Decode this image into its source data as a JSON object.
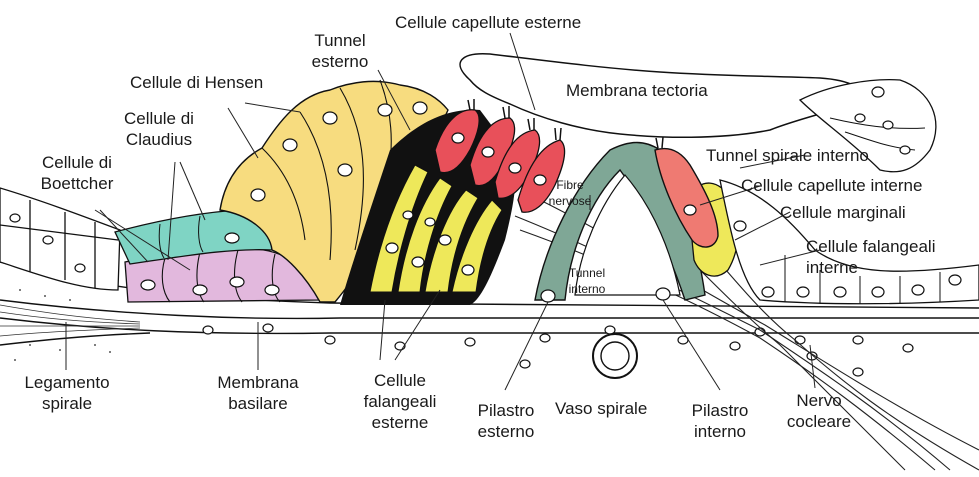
{
  "diagram": {
    "colors": {
      "hensen": "#f7dc7f",
      "claudius": "#7fd4c4",
      "boettcher": "#e2b8dd",
      "outer_hair_cells": "#e8505a",
      "inner_hair_cell": "#ef7a72",
      "phalangeal": "#eee85a",
      "pillar": "#7fa796",
      "outline": "#111111"
    },
    "labels": {
      "cellule_capellute_esterne": "Cellule capellute esterne",
      "tunnel_esterno_1": "Tunnel",
      "tunnel_esterno_2": "esterno",
      "cellule_hensen": "Cellule di Hensen",
      "cellule_claudius_1": "Cellule di",
      "cellule_claudius_2": "Claudius",
      "cellule_boettcher_1": "Cellule di",
      "cellule_boettcher_2": "Boettcher",
      "membrana_tectoria": "Membrana tectoria",
      "tunnel_spirale_interno": "Tunnel spirale interno",
      "cellule_capellute_interne": "Cellule capellute interne",
      "cellule_marginali": "Cellule marginali",
      "cellule_falangeali_interne_1": "Cellule falangeali",
      "cellule_falangeali_interne_2": "interne",
      "fibre_nervose_1": "Fibre",
      "fibre_nervose_2": "nervose",
      "tunnel_interno_1": "Tunnel",
      "tunnel_interno_2": "interno",
      "legamento_spirale_1": "Legamento",
      "legamento_spirale_2": "spirale",
      "membrana_basilare_1": "Membrana",
      "membrana_basilare_2": "basilare",
      "cellule_falangeali_esterne_1": "Cellule",
      "cellule_falangeali_esterne_2": "falangeali",
      "cellule_falangeali_esterne_3": "esterne",
      "pilastro_esterno_1": "Pilastro",
      "pilastro_esterno_2": "esterno",
      "vaso_spirale": "Vaso spirale",
      "pilastro_interno_1": "Pilastro",
      "pilastro_interno_2": "interno",
      "nervo_cocleare_1": "Nervo",
      "nervo_cocleare_2": "cocleare"
    }
  }
}
